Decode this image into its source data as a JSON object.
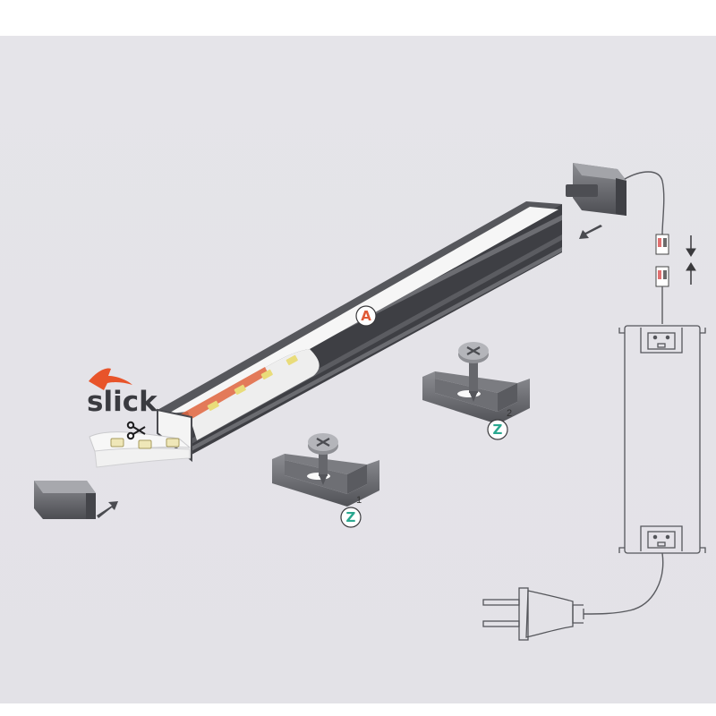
{
  "brand": {
    "name": "slick"
  },
  "callouts": {
    "profile": {
      "letter": "A"
    },
    "clip1": {
      "letter": "Z",
      "index": "1"
    },
    "clip2": {
      "letter": "Z",
      "index": "2"
    }
  },
  "colors": {
    "background": "#e5e4e9",
    "profile": "#5b5c61",
    "profile_dark": "#3e3f44",
    "diffuser": "#f6f6f6",
    "led_strip_accent": "#e0653e",
    "callout_a": "#e05a36",
    "callout_z": "#2aa890",
    "brand_accent": "#e8542a"
  },
  "icons": [
    "scissors-icon",
    "arrow-into-profile-icon",
    "compress-arrows-icon"
  ]
}
